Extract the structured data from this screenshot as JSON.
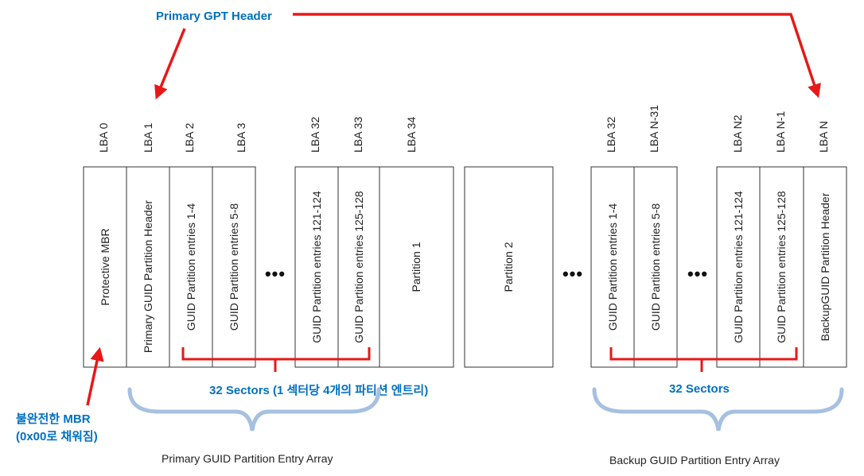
{
  "colors": {
    "annotation": "#0070c0",
    "red_arrow": "#e81818",
    "brace_blue": "#a7c0e0",
    "box_border": "#333333"
  },
  "primary_gpt_header_label": "Primary GPT Header",
  "lba_labels": {
    "lba0": "LBA 0",
    "lba1": "LBA 1",
    "lba2": "LBA 2",
    "lba3": "LBA 3",
    "lba32": "LBA 32",
    "lba33": "LBA 33",
    "lba34": "LBA 34",
    "backup_lba32": "LBA 32",
    "lba_n31": "LBA N-31",
    "lba_n2": "LBA N2",
    "lba_n1": "LBA N-1",
    "lba_n": "LBA N"
  },
  "boxes": {
    "protective_mbr": "Protective MBR",
    "primary_header": "Primary GUID Partition Header",
    "entries_1_4": "GUID Partition entries 1-4",
    "entries_5_8": "GUID Partition entries 5-8",
    "entries_121_124": "GUID Partition entries 121-124",
    "entries_125_128": "GUID Partition entries 125-128",
    "partition_1": "Partition 1",
    "partition_2": "Partition 2",
    "backup_entries_1_4": "GUID Partition entries 1-4",
    "backup_entries_5_8": "GUID Partition entries 5-8",
    "backup_entries_121_124": "GUID Partition entries 121-124",
    "backup_entries_125_128": "GUID Partition entries 125-128",
    "backup_header": "BackupGUID Partition Header"
  },
  "ellipsis": "•••",
  "primary_sectors_label": "32 Sectors (1 섹터당 4개의 파티션 엔트리)",
  "backup_sectors_label": "32 Sectors",
  "mbr_note_line1": "불완전한 MBR",
  "mbr_note_line2": "(0x00로 채워짐)",
  "primary_array_caption": "Primary GUID Partition Entry Array",
  "backup_array_caption": "Backup GUID Partition Entry Array"
}
